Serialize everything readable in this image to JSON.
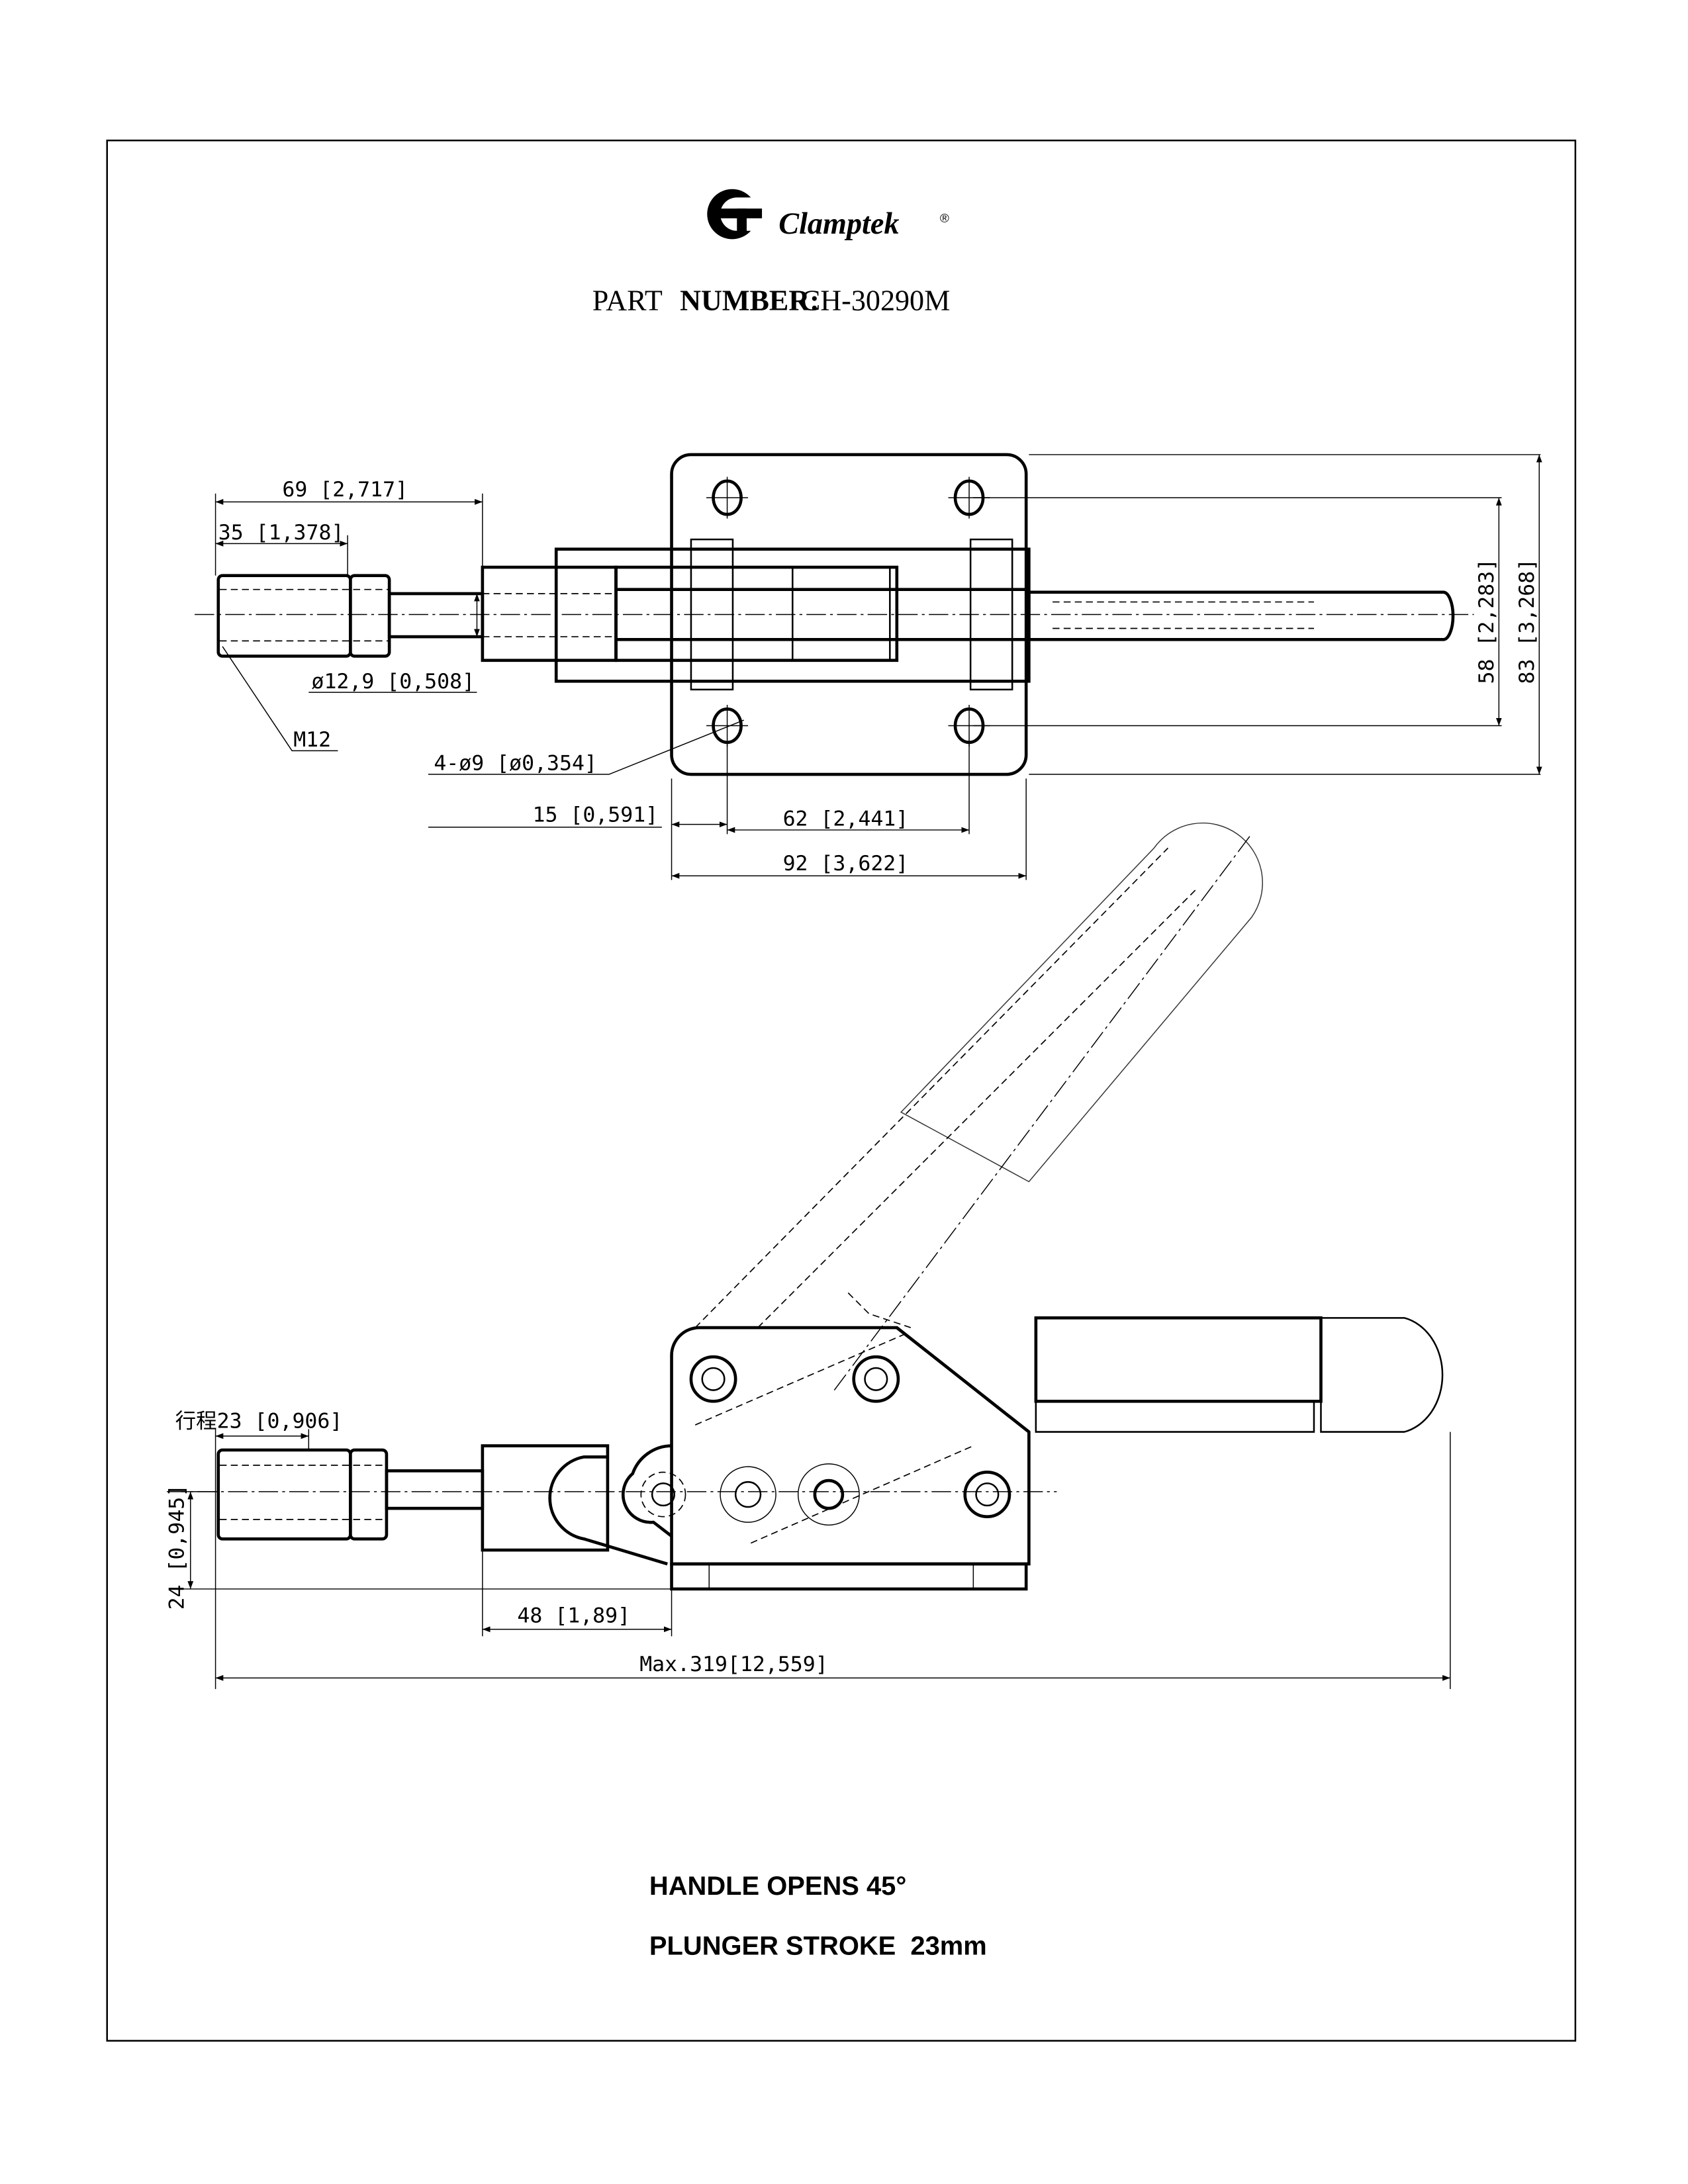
{
  "brand": {
    "name": "Clamptek",
    "registered": "®"
  },
  "header": {
    "part_label": "PART",
    "number_label": "NUMBER:",
    "part_number": "CH-30290M"
  },
  "top_view": {
    "dim_69": "69 [2,717]",
    "dim_35": "35 [1,378]",
    "dim_dia": "ø12,9 [0,508]",
    "thread": "M12",
    "holes": "4-ø9 [ø0,354]",
    "dim_15": "15 [0,591]",
    "dim_62": "62 [2,441]",
    "dim_92": "92 [3,622]",
    "dim_58": "58 [2,283]",
    "dim_83": "83 [3,268]"
  },
  "side_view": {
    "stroke": "行程23 [0,906]",
    "dim_24": "24 [0,945]",
    "dim_48": "48 [1,89]",
    "dim_max": "Max.319[12,559]"
  },
  "notes": {
    "line1": "HANDLE OPENS 45°",
    "line2": "PLUNGER STROKE  23mm"
  }
}
